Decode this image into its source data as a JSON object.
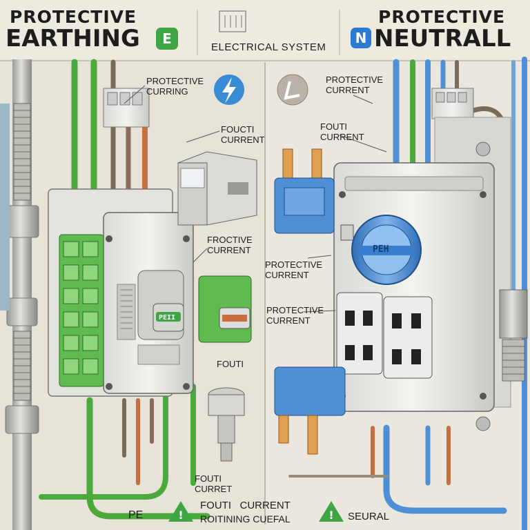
{
  "header": {
    "left_title_line1": "PROTECTIVE",
    "left_title_line2": "EARTHING",
    "left_badge": "E",
    "center_subtitle": "ELECTRICAL SYSTEM",
    "right_badge": "N",
    "right_title_line1": "PROTECTIVE",
    "right_title_line2": "NEUTRALL"
  },
  "left_labels": {
    "protective_curring": "PROTECTIVE\nCURRING",
    "fouti_current_1": "FOUCTI\nCURRENT",
    "fructive_current": "FROCTIVE\nCURRENT",
    "fouti_plug": "FOUTI",
    "fouti_current_bottom": "FOUTI\nCURRET"
  },
  "right_labels": {
    "protective_current_top": "PROTECTIVE\nCURRENT",
    "fouti_current": "FOUTI\nCURRENT",
    "protective_current_mid": "PROTECTIVE\nCURRENT",
    "protective_current_low": "PROTECTIVE\nCURRENT",
    "breaker_label": "PEH"
  },
  "breaker": {
    "left_display": "PEII"
  },
  "legend": {
    "pe": "PE",
    "fouti_current": "FOUTI   CURRENT",
    "roitining": "ROITINING CUEFAL",
    "seural": "SEURAL"
  },
  "icons": {
    "lightning_left": "lightning-bolt-icon",
    "lightning_right": "lightning-bolt-icon",
    "warning_green": "warning-triangle-icon",
    "warning_teal": "warning-triangle-icon"
  },
  "colors": {
    "green_wire": "#4caa3c",
    "blue_wire": "#4f8fd6",
    "copper_wire": "#c86e3c",
    "background": "#efeae0",
    "badge_green": "#3ea544",
    "badge_blue": "#2b7bd3"
  }
}
